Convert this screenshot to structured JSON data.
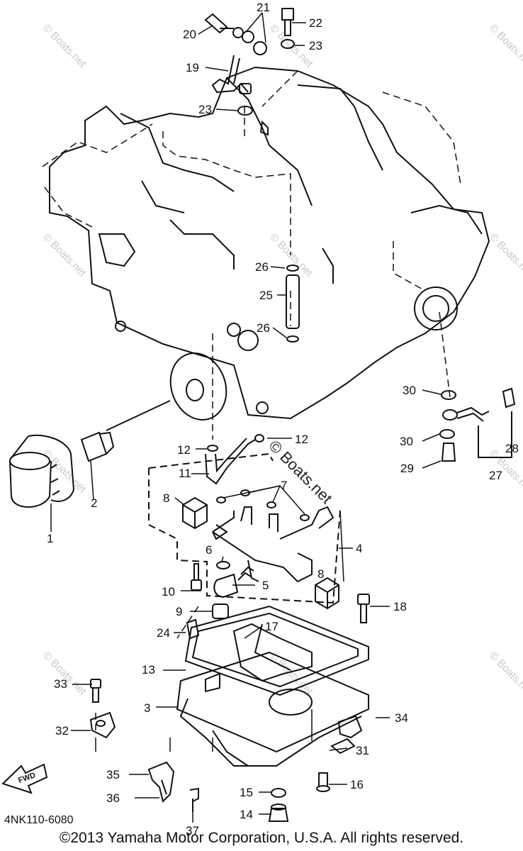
{
  "watermark": "© Boats.net",
  "part_code": "4NK110-6080",
  "copyright": "©2013 Yamaha Motor Corporation, U.S.A. All rights reserved.",
  "fwd_label": "FWD",
  "callouts": {
    "c1": "1",
    "c2": "2",
    "c3": "3",
    "c4": "4",
    "c5": "5",
    "c6": "6",
    "c7": "7",
    "c8a": "8",
    "c8b": "8",
    "c9": "9",
    "c10": "10",
    "c11": "11",
    "c12a": "12",
    "c12b": "12",
    "c13": "13",
    "c14": "14",
    "c15": "15",
    "c16": "16",
    "c17": "17",
    "c18": "18",
    "c19": "19",
    "c20": "20",
    "c21": "21",
    "c22": "22",
    "c23a": "23",
    "c23b": "23",
    "c24": "24",
    "c25": "25",
    "c26a": "26",
    "c26b": "26",
    "c27": "27",
    "c28": "28",
    "c29": "29",
    "c30a": "30",
    "c30b": "30",
    "c31": "31",
    "c32": "32",
    "c33": "33",
    "c34": "34",
    "c35": "35",
    "c36": "36",
    "c37": "37"
  }
}
